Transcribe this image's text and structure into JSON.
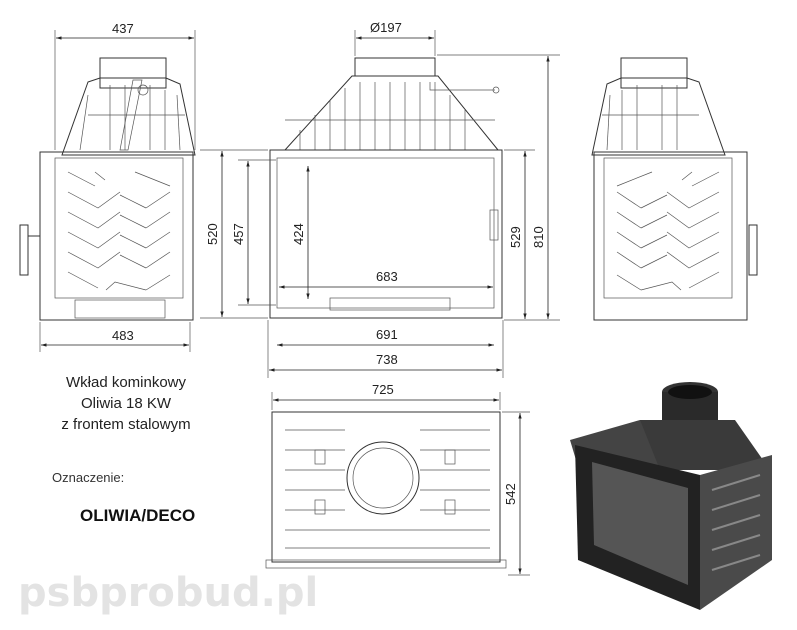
{
  "product": {
    "line1": "Wkład kominkowy",
    "line2": "Oliwia 18 KW",
    "line3": "z frontem stalowym",
    "designation_label": "Oznaczenie:",
    "designation": "OLIWIA/DECO"
  },
  "dimensions": {
    "side_top_width": "437",
    "side_bottom_width": "483",
    "flue_diameter": "Ø197",
    "total_height_520": "520",
    "door_height": "457",
    "glass_height": "424",
    "glass_width": "683",
    "door_width": "691",
    "total_width": "738",
    "body_height": "529",
    "overall_height": "810",
    "top_width": "725",
    "depth": "542"
  },
  "watermark": "psbprobud.pl"
}
